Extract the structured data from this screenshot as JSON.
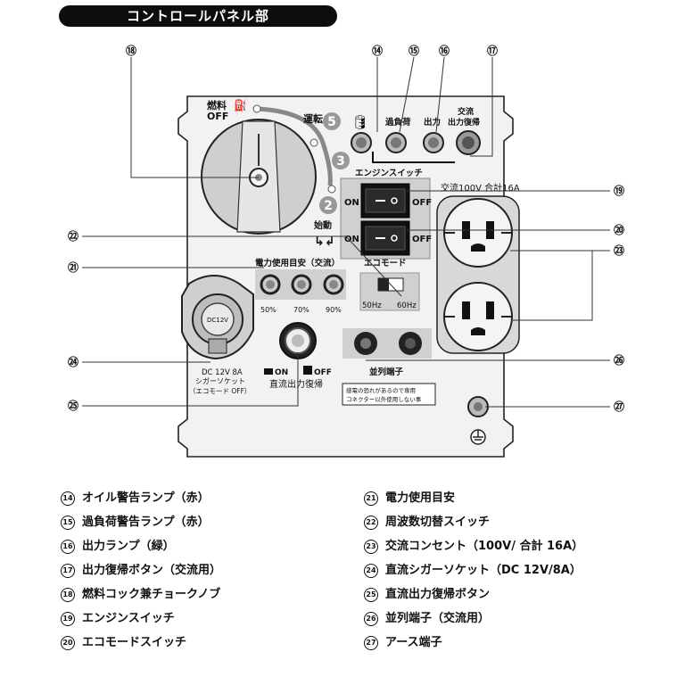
{
  "title": "コントロールパネル部",
  "panel": {
    "fuel_label": "燃料",
    "off_label": "OFF",
    "run_label": "運転",
    "start_label": "始動",
    "engine_switch_label": "エンジンスイッチ",
    "eco_mode_label": "エコモード",
    "on_label": "ON",
    "off_small": "OFF",
    "overload_label": "過負荷",
    "output_label": "出力",
    "ac_reset_line1": "交流",
    "ac_reset_line2": "出力復帰",
    "outlet_rating": "交流100V 合計16A",
    "power_meter_label": "電力使用目安（交流）",
    "pct_50": "50%",
    "pct_70": "70%",
    "pct_90": "90%",
    "hz_50": "50Hz",
    "hz_60": "60Hz",
    "dc_socket_text": "DC12V",
    "dc_line1": "DC 12V 8A",
    "dc_line2": "シガーソケット",
    "dc_line3": "（エコモード OFF）",
    "dc_on": "ON",
    "dc_off": "OFF",
    "dc_reset_label": "直流出力復帰",
    "parallel_label": "並列端子",
    "warning_line1": "感電の恐れがあるので専用",
    "warning_line2": "コネクター以外使用しない事",
    "step_2": "2",
    "step_3": "3",
    "step_5": "5"
  },
  "callouts": {
    "n14": "⑭",
    "n15": "⑮",
    "n16": "⑯",
    "n17": "⑰",
    "n18": "⑱",
    "n19": "⑲",
    "n20": "⑳",
    "n21": "㉑",
    "n22": "㉒",
    "n23": "㉓",
    "n24": "㉔",
    "n25": "㉕",
    "n26": "㉖",
    "n27": "㉗"
  },
  "legend_left": [
    {
      "num": "14",
      "text": "オイル警告ランプ（赤）"
    },
    {
      "num": "15",
      "text": "過負荷警告ランプ（赤）"
    },
    {
      "num": "16",
      "text": "出力ランプ（緑）"
    },
    {
      "num": "17",
      "text": "出力復帰ボタン（交流用）"
    },
    {
      "num": "18",
      "text": "燃料コック兼チョークノブ"
    },
    {
      "num": "19",
      "text": "エンジンスイッチ"
    },
    {
      "num": "20",
      "text": "エコモードスイッチ"
    }
  ],
  "legend_right": [
    {
      "num": "21",
      "text": "電力使用目安"
    },
    {
      "num": "22",
      "text": "周波数切替スイッチ"
    },
    {
      "num": "23",
      "text": "交流コンセント（100V/ 合計 16A）"
    },
    {
      "num": "24",
      "text": "直流シガーソケット（DC 12V/8A）"
    },
    {
      "num": "25",
      "text": "直流出力復帰ボタン"
    },
    {
      "num": "26",
      "text": "並列端子（交流用）"
    },
    {
      "num": "27",
      "text": "アース端子"
    }
  ]
}
